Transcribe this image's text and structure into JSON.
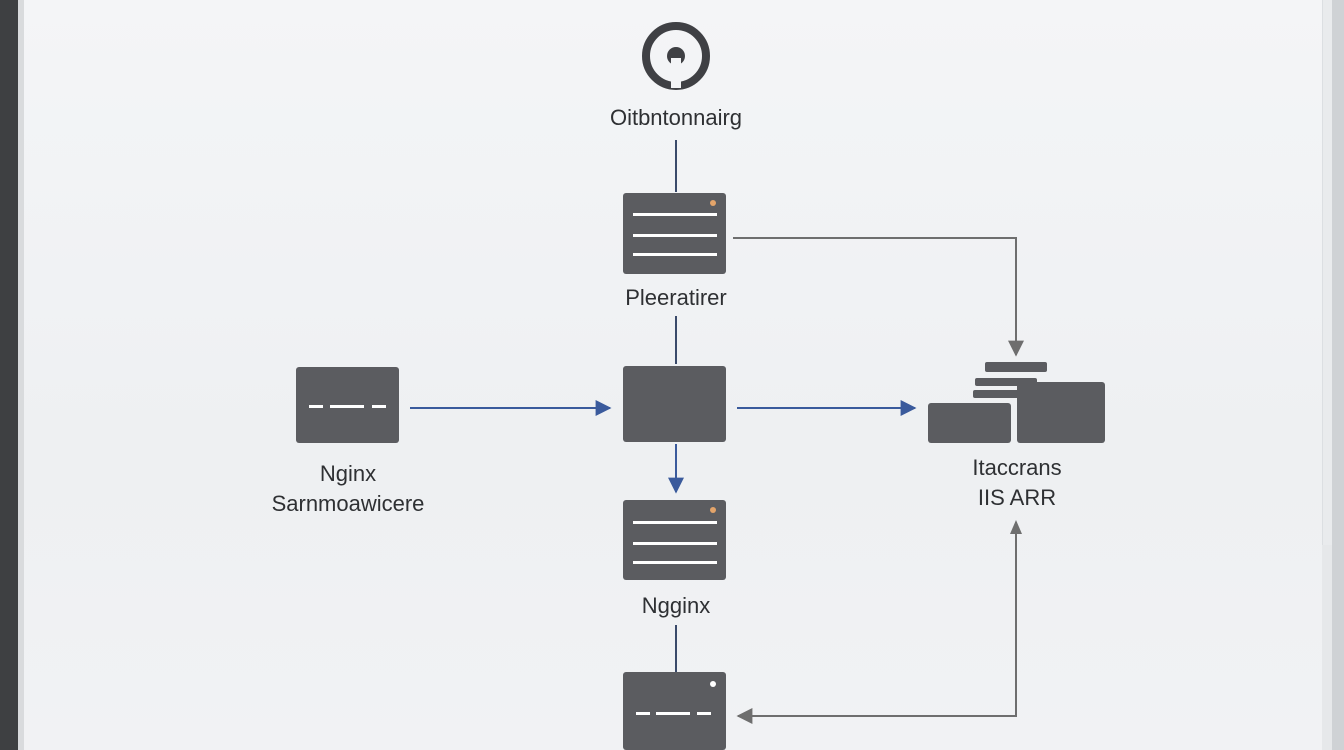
{
  "diagram": {
    "top_label": "Oitbntonnairg",
    "node_top_label": "Pleeratirer",
    "node_left_line1": "Nginx",
    "node_left_line2": "Sarnmoawicere",
    "node_lower_label": "Ngginx",
    "node_right_line1": "Itaccrans",
    "node_right_line2": "IIS ARR"
  },
  "colors": {
    "node_fill": "#5b5c60",
    "arrow_blue": "#3a5a9c",
    "arrow_gray": "#6e6e6e",
    "line_dark": "#3a4a6a",
    "accent_dot": "#e3a46a"
  }
}
